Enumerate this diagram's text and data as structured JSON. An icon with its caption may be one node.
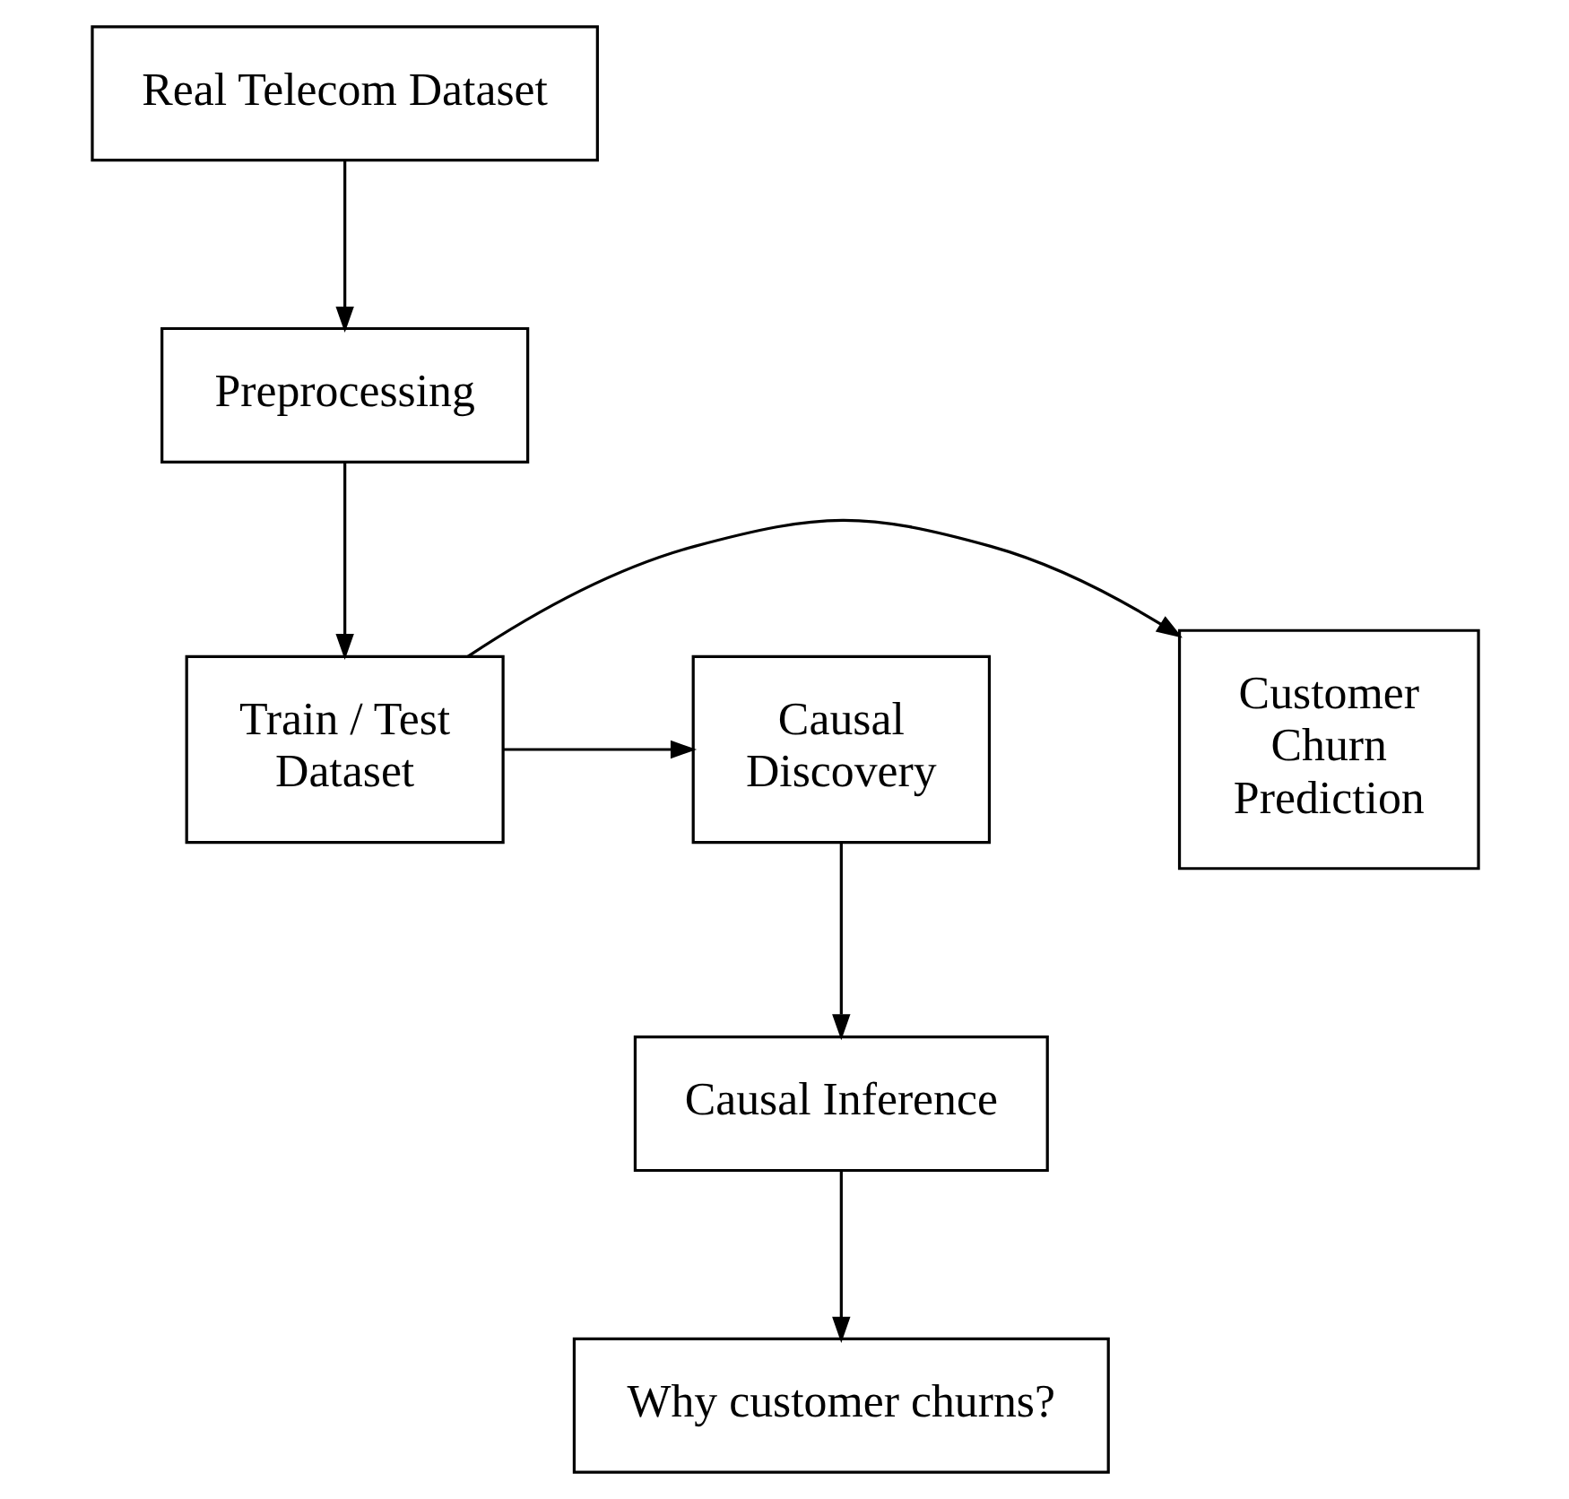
{
  "diagram": {
    "nodes": [
      {
        "text": [
          "Real Telecom Dataset"
        ]
      },
      {
        "text": [
          "Preprocessing"
        ]
      },
      {
        "text": [
          "Customer Churn Prediction"
        ]
      },
      {
        "text": [
          "Train / Test Dataset"
        ]
      },
      {
        "text": [
          "Causal Discovery"
        ]
      },
      {
        "text": [
          "Causal Inference"
        ]
      },
      {
        "text": [
          "Why customer churns?"
        ]
      }
    ],
    "edges": [
      {
        "from": 0,
        "to": 1,
        "arrow": "to"
      },
      {
        "from": 1,
        "to": 3,
        "arrow": "to"
      },
      {
        "from": 3,
        "to": 2,
        "arrow": "to"
      },
      {
        "from": 3,
        "to": 4,
        "arrow": "to"
      },
      {
        "from": 4,
        "to": 5,
        "arrow": "to"
      },
      {
        "from": 5,
        "to": 6,
        "arrow": "to"
      }
    ]
  }
}
